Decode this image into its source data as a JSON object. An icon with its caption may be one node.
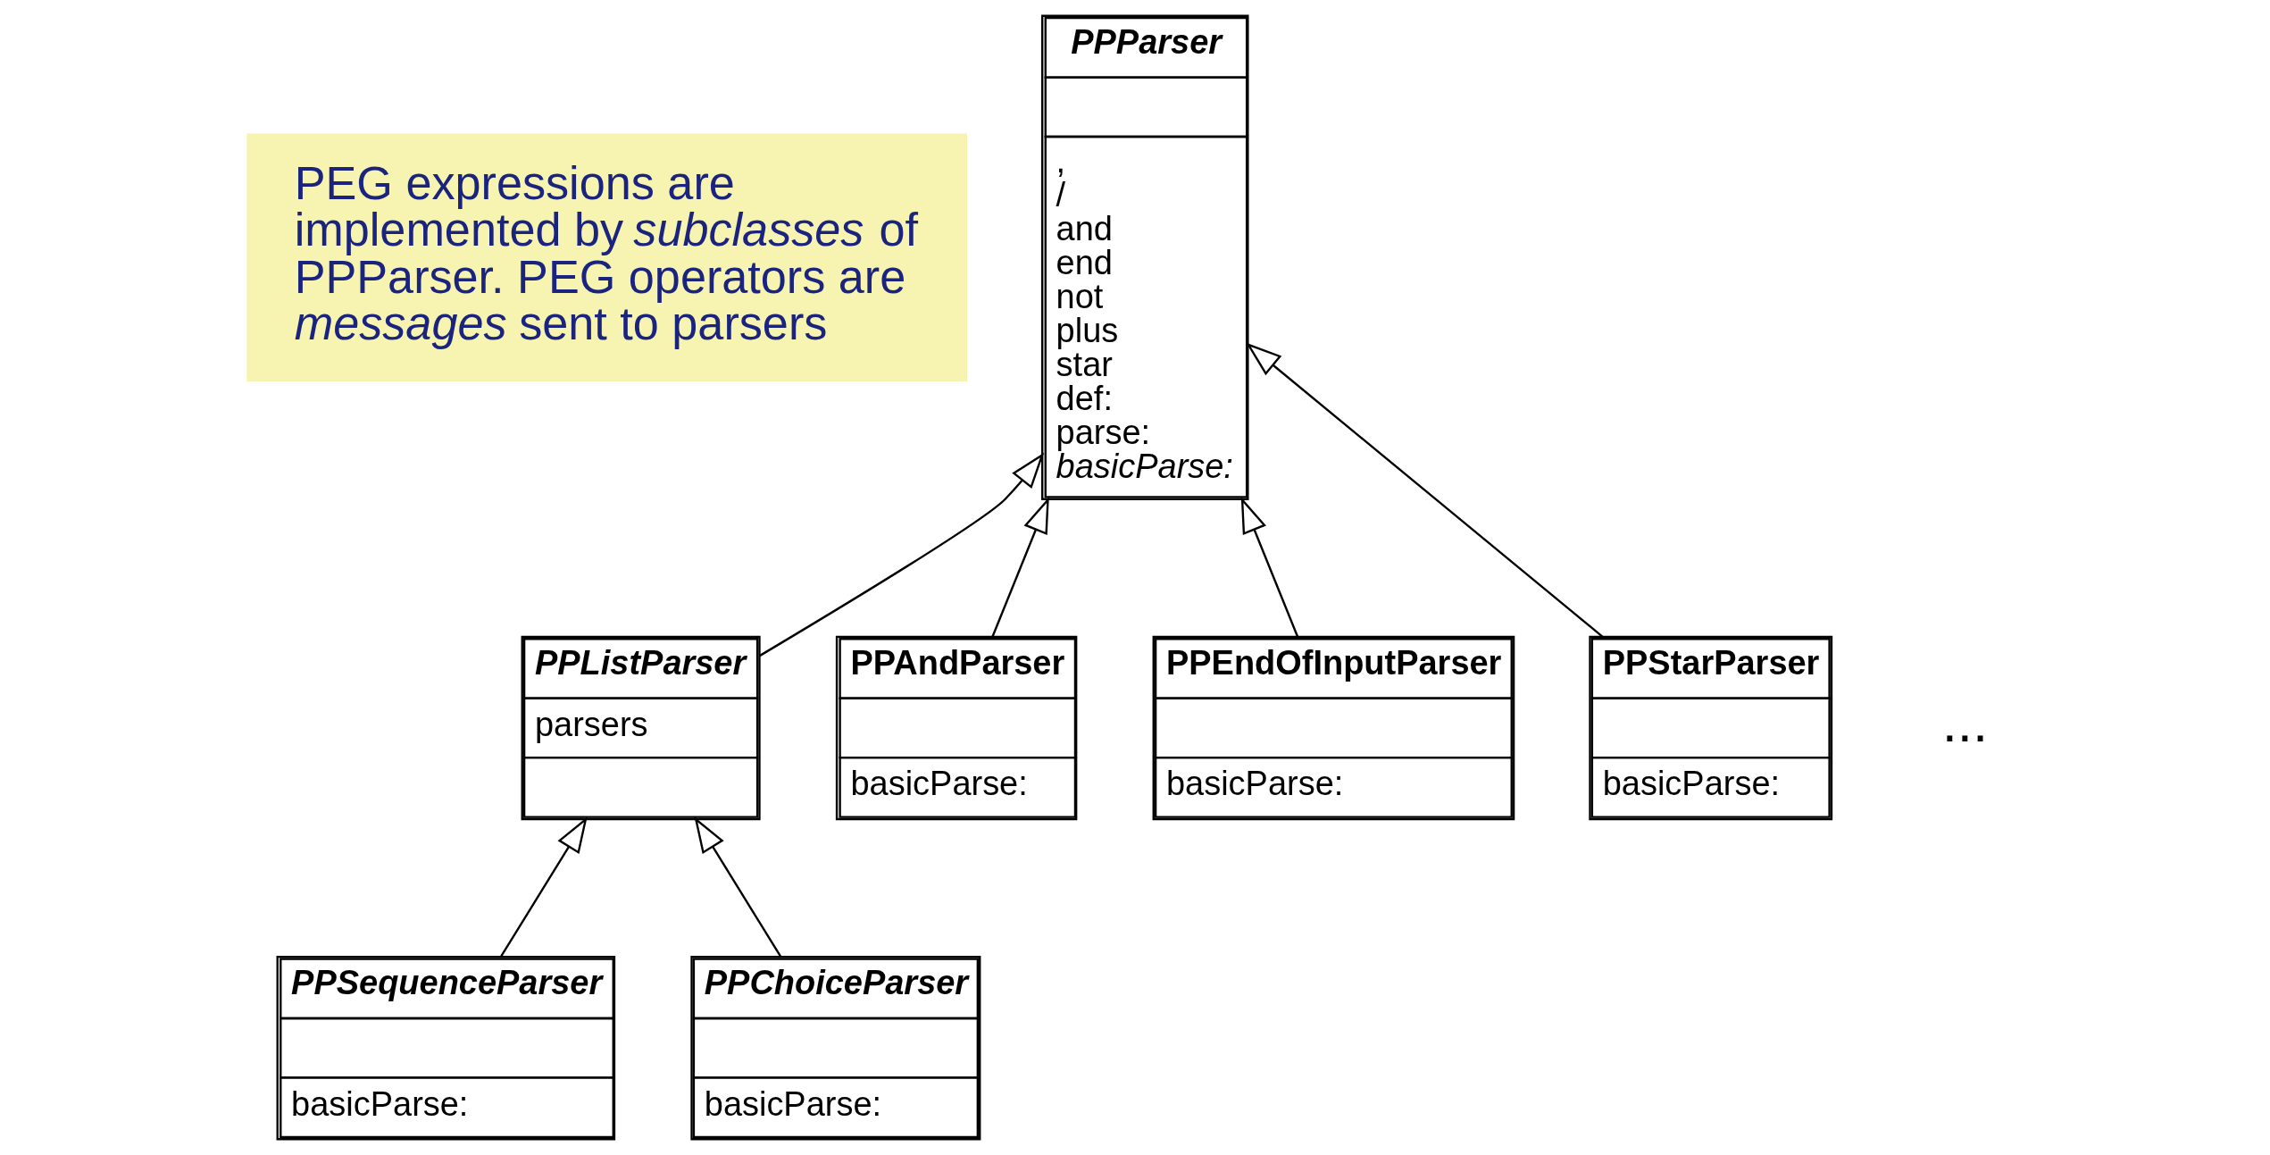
{
  "diagram": {
    "nodes": [
      {
        "text": [
          "PEG expressions are implemented by *subclasses* of PPParser. PEG operators are *messages* sent to parsers"
        ]
      },
      {
        "text": [
          "PPParser",
          ",",
          "/",
          "and",
          "end",
          "not",
          "plus",
          "star",
          "def:",
          "parse:",
          "basicParse:"
        ]
      },
      {
        "text": [
          "PPListParser",
          "parsers"
        ]
      },
      {
        "text": [
          "PPAndParser",
          "basicParse:"
        ]
      },
      {
        "text": [
          "PPEndOfInputParser",
          "basicParse:"
        ]
      },
      {
        "text": [
          "PPStarParser",
          "basicParse:"
        ]
      },
      {
        "text": [
          "PPSequenceParser",
          "basicParse:"
        ]
      },
      {
        "text": [
          "PPChoiceParser",
          "basicParse:"
        ]
      }
    ],
    "edges": [
      {
        "from": 2,
        "to": 1,
        "arrow": "to"
      },
      {
        "from": 3,
        "to": 1,
        "arrow": "to"
      },
      {
        "from": 4,
        "to": 1,
        "arrow": "to"
      },
      {
        "from": 5,
        "to": 1,
        "arrow": "to"
      },
      {
        "from": 6,
        "to": 2,
        "arrow": "to"
      },
      {
        "from": 7,
        "to": 2,
        "arrow": "to"
      }
    ],
    "labels": [
      "..."
    ]
  }
}
